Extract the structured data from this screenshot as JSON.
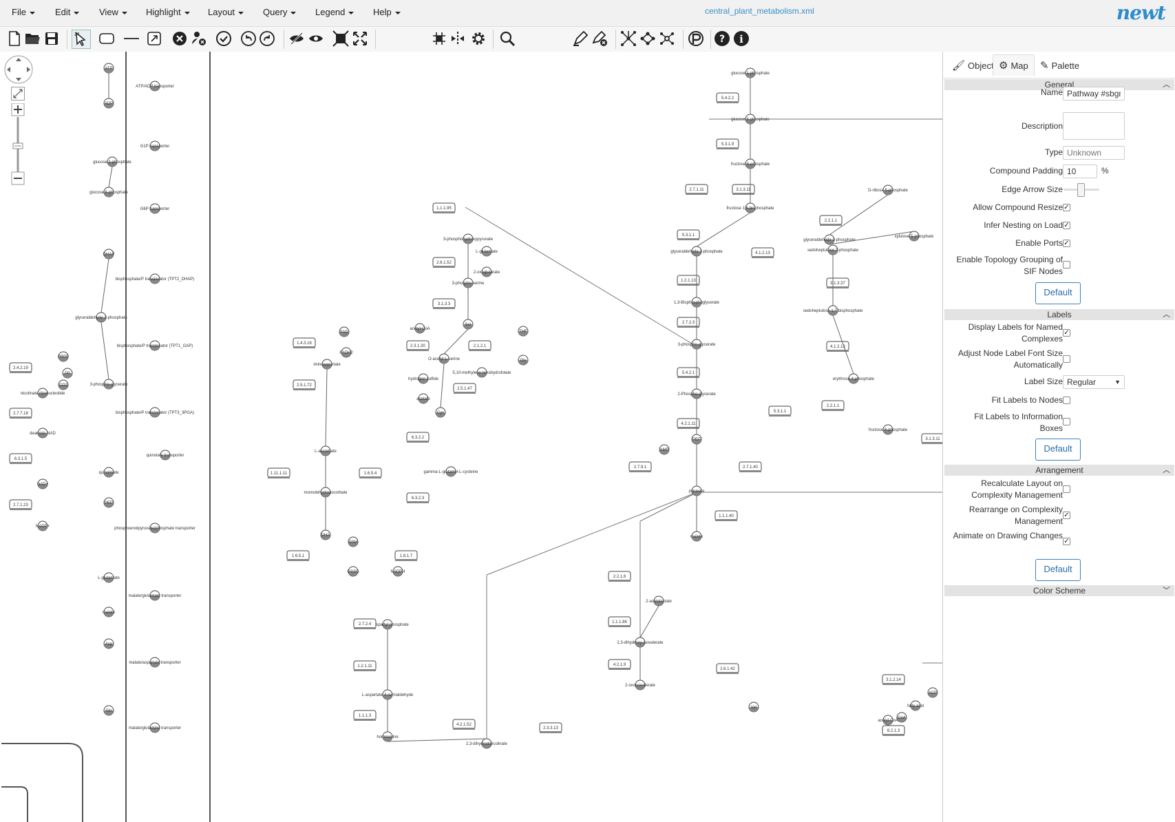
{
  "menubar": {
    "items": [
      "File",
      "Edit",
      "View",
      "Highlight",
      "Layout",
      "Query",
      "Legend",
      "Help"
    ],
    "file_title": "central_plant_metabolism.xml",
    "logo": "newt"
  },
  "toolbar": {
    "zoom_value": "",
    "icons": [
      "new-file-icon",
      "open-folder-icon",
      "save-icon",
      "select-pointer-icon",
      "add-node-icon",
      "add-edge-icon",
      "add-compound-icon",
      "delete-icon",
      "delete-smart-icon",
      "check-validity-icon",
      "undo-icon",
      "redo-icon",
      "hide-icon",
      "show-icon",
      "collapse-icon",
      "expand-icon",
      "layout-icon",
      "grid-icon",
      "align-icon",
      "settings-icon",
      "zoom-search-icon",
      "highlight-icon",
      "remove-highlight-icon",
      "neighbors-icon",
      "paths-icon",
      "common-stream-icon",
      "pathway-commons-icon",
      "help-icon",
      "info-icon"
    ]
  },
  "tabs": [
    {
      "label": "Object",
      "icon": "paintbrush-icon",
      "active": false
    },
    {
      "label": "Map",
      "icon": "gear-icon",
      "active": true
    },
    {
      "label": "Palette",
      "icon": "palette-icon",
      "active": false
    }
  ],
  "general": {
    "title": "General",
    "name_label": "Name",
    "name_value": "Pathway #sbgn-",
    "description_label": "Description",
    "type_label": "Type",
    "type_placeholder": "Unknown",
    "compound_padding_label": "Compound Padding",
    "compound_padding_value": "10",
    "compound_padding_unit": "%",
    "edge_arrow_label": "Edge Arrow Size",
    "allow_compound_resize_label": "Allow Compound Resize",
    "infer_nesting_label": "Infer Nesting on Load",
    "enable_ports_label": "Enable Ports",
    "topology_grouping_label": "Enable Topology Grouping of SIF Nodes",
    "default_label": "Default"
  },
  "labels": {
    "title": "Labels",
    "display_named_label": "Display Labels for Named Complexes",
    "adjust_font_label": "Adjust Node Label Font Size Automatically",
    "label_size_label": "Label Size",
    "label_size_value": "Regular",
    "fit_nodes_label": "Fit Labels to Nodes",
    "fit_info_label": "Fit Labels to Information Boxes",
    "default_label": "Default"
  },
  "arrangement": {
    "title": "Arrangement",
    "recalc_label": "Recalculate Layout on Complexity Management",
    "rearrange_label": "Rearrange on Complexity Management",
    "animate_label": "Animate on Drawing Changes",
    "default_label": "Default"
  },
  "color_scheme": {
    "title": "Color Scheme"
  },
  "map": {
    "nodes": [
      {
        "label": "ATP"
      },
      {
        "label": "ADP"
      },
      {
        "label": "ATP/ADP transporter"
      },
      {
        "label": "glucose 1-phosphate"
      },
      {
        "label": "G1P transporter"
      },
      {
        "label": "glucose 6-phosphate"
      },
      {
        "label": "G6P transporter"
      },
      {
        "label": "DHAP"
      },
      {
        "label": "bisphosphate/P translocator (TPT2_DHAP)"
      },
      {
        "label": "glyceraldehyde 3-phosphate"
      },
      {
        "label": "bisphosphate/P translocator (TPT1_GAP)"
      },
      {
        "label": "3-phospho-glycerate"
      },
      {
        "label": "bisphosphate/P translocator (TPT3_3PGA)"
      },
      {
        "label": "quinolate transporter"
      },
      {
        "label": "quinolinate"
      },
      {
        "label": "phosphoenolpyruvate/phosphate transporter"
      },
      {
        "label": "PEP"
      },
      {
        "label": "L-glutamate"
      },
      {
        "label": "malate/glutamate transporter"
      },
      {
        "label": "malate"
      },
      {
        "label": "malate/aspartate transporter"
      },
      {
        "label": "Asp"
      },
      {
        "label": "malate/glutamine transporter"
      },
      {
        "label": "Gln"
      },
      {
        "label": "nicotinate ribonucleotide"
      },
      {
        "label": "deamido-NAD"
      },
      {
        "label": "NAD+"
      },
      {
        "label": "NADP+"
      },
      {
        "label": "PRPP"
      },
      {
        "label": "PP"
      },
      {
        "label": "CO2"
      },
      {
        "label": "3-phosphohydroxypyruvate"
      },
      {
        "label": "L-glutamate"
      },
      {
        "label": "2-oxoglutarate"
      },
      {
        "label": "3-phospho-serine"
      },
      {
        "label": "Ser"
      },
      {
        "label": "acetyl-CoA"
      },
      {
        "label": "O-acetyl-L-serine"
      },
      {
        "label": "hydrogen sulfide"
      },
      {
        "label": "acetate"
      },
      {
        "label": "Cys"
      },
      {
        "label": "5,10-methylene-tetrahydrofolate"
      },
      {
        "label": "THF"
      },
      {
        "label": "Gly"
      },
      {
        "label": "gamma-L-glutamyl-L-cysteine"
      },
      {
        "label": "iminoaspartate"
      },
      {
        "label": "FAD"
      },
      {
        "label": "FADH2"
      },
      {
        "label": "L-ascorbate"
      },
      {
        "label": "monodehydroascorbate"
      },
      {
        "label": "DHA"
      },
      {
        "label": "GSH"
      },
      {
        "label": "GSSG"
      },
      {
        "label": "NADPH"
      },
      {
        "label": "L-4-aspartyl phosphate"
      },
      {
        "label": "L-aspartate 4-semialdehyde"
      },
      {
        "label": "homoserine"
      },
      {
        "label": "2,3-dihydrodipicolinate"
      },
      {
        "label": "glucose 1-phosphate"
      },
      {
        "label": "glucose 6-phosphate"
      },
      {
        "label": "fructose 6-phosphate"
      },
      {
        "label": "fructose 1,6-bisphosphate"
      },
      {
        "label": "glyceraldehyde 3-phosphate"
      },
      {
        "label": "1,3-Bisphosphoglycerate"
      },
      {
        "label": "3-phospho-glycerate"
      },
      {
        "label": "2-Phospho-glycerate"
      },
      {
        "label": "PEP"
      },
      {
        "label": "pyruvate"
      },
      {
        "label": "AMP"
      },
      {
        "label": "malate"
      },
      {
        "label": "2-acetolactate"
      },
      {
        "label": "2,3-dihydroxy-isovalerate"
      },
      {
        "label": "2-oxoisovalerate"
      },
      {
        "label": "Val"
      },
      {
        "label": "D-ribose 5-phosphate"
      },
      {
        "label": "glyceraldehyde 3-phosphate"
      },
      {
        "label": "xylulose 5-phosphate"
      },
      {
        "label": "sedoheptulose 7-phosphate"
      },
      {
        "label": "sedoheptulose 1,7-bisphosphate"
      },
      {
        "label": "erythrose 4-phosphate"
      },
      {
        "label": "fructose 6-phosphate"
      },
      {
        "label": "fatty acid"
      },
      {
        "label": "ACP"
      },
      {
        "label": "CoA"
      },
      {
        "label": "acetyl-CoA"
      }
    ],
    "enzymes": [
      "2.4.2.19",
      "2.7.7.18",
      "6.3.1.5",
      "2.7.1.23",
      "1.1.1.95",
      "2.6.1.52",
      "3.1.3.3",
      "2.3.1.30",
      "2.1.2.1",
      "2.5.1.47",
      "6.3.2.2",
      "6.3.2.3",
      "1.4.3.16",
      "2.5.1.72",
      "1.11.1.11",
      "1.6.5.4",
      "1.6.5.1",
      "1.8.1.7",
      "2.7.2.4",
      "1.2.1.11",
      "1.1.1.3",
      "4.2.1.52",
      "5.4.2.2",
      "5.3.1.9",
      "2.7.1.11",
      "3.1.3.11",
      "4.1.2.13",
      "5.3.1.1",
      "1.2.1.13",
      "2.7.2.3",
      "5.4.2.1",
      "4.2.1.11",
      "2.7.9.1",
      "2.7.1.40",
      "1.1.1.40",
      "2.2.1.6",
      "1.1.1.86",
      "4.2.1.9",
      "2.6.1.42",
      "2.3.3.13",
      "2.2.1.1",
      "3.1.3.37",
      "4.1.2.13",
      "2.2.1.1",
      "5.3.1.1",
      "3.1.3.11",
      "3.1.2.14",
      "6.2.1.3"
    ]
  }
}
